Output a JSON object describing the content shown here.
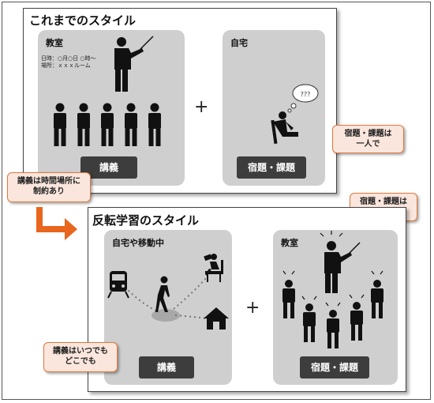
{
  "old_style": {
    "title": "これまでのスタイル",
    "classroom": {
      "title": "教室",
      "info_line1": "日時：○月○日 ○時～",
      "info_line2": "場所：ｘｘｘルーム",
      "label": "講義"
    },
    "home": {
      "title": "自宅",
      "thought": "???",
      "label": "宿題・課題"
    },
    "operator": "+"
  },
  "callouts": {
    "alone": "宿題・課題は\n一人で",
    "lecture_constraint": "講義は時間場所に\n制約あり",
    "together": "宿題・課題は\nみんなで",
    "anywhere": "講義はいつでも\nどこでも"
  },
  "flipped_style": {
    "title": "反転学習のスタイル",
    "mobile": {
      "title": "自宅や移動中",
      "label": "講義"
    },
    "classroom": {
      "title": "教室",
      "label": "宿題・課題"
    },
    "operator": "+"
  },
  "colors": {
    "panel": "#cfcfcf",
    "label_bg": "#3d3d3d",
    "callout_bg": "#fbe6dd",
    "callout_border": "#e0783a",
    "arrow": "#e8661e"
  }
}
